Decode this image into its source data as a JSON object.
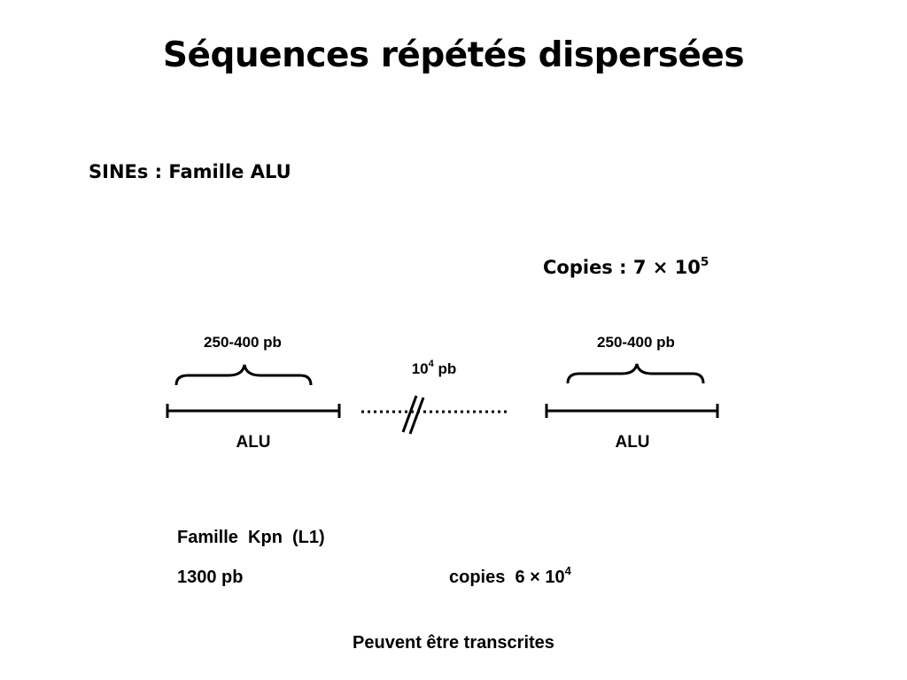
{
  "slide": {
    "title": "Séquences répétés dispersées",
    "subtitle": "SINEs : Famille ALU",
    "copies_top": {
      "prefix": "Copies : 7 × 10",
      "exponent": "5"
    },
    "diagram": {
      "left_size": "250-400 pb",
      "right_size": "250-400 pb",
      "gap": {
        "base": "10",
        "exponent": "4",
        "unit": " pb"
      },
      "left_label": "ALU",
      "right_label": "ALU"
    },
    "kpn": {
      "title": "Famille  Kpn  (L1)",
      "size": "1300 pb",
      "copies": {
        "prefix": "copies  6 × 10",
        "exponent": "4"
      }
    },
    "footer": "Peuvent être transcrites"
  }
}
